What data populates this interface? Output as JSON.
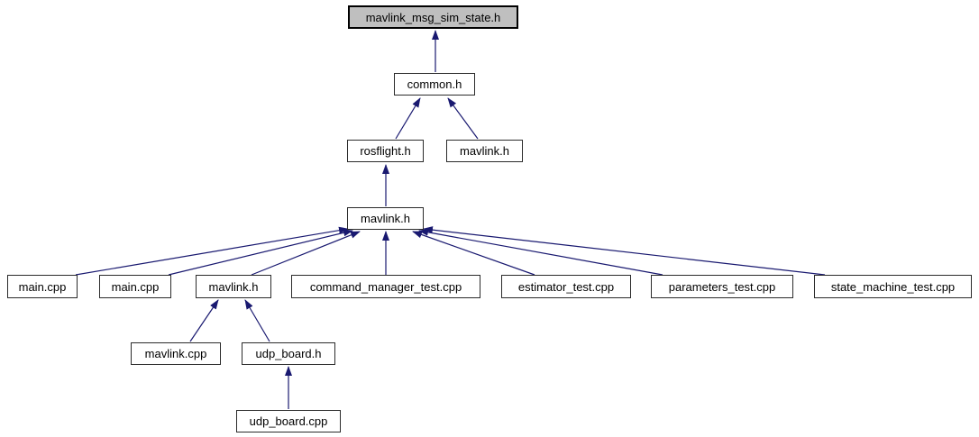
{
  "diagram": {
    "kind": "doxygen-included-by-graph",
    "background_color": "#ffffff",
    "arrow_color": "#191970",
    "node_border_color": "#2b2b2b",
    "node_fill_color": "#ffffff",
    "highlighted_node_fill_color": "#bfbfbf",
    "nodes": [
      {
        "label": "mavlink_msg_sim_state.h",
        "highlighted": true
      },
      {
        "label": "common.h",
        "highlighted": false
      },
      {
        "label": "rosflight.h",
        "highlighted": false
      },
      {
        "label": "mavlink.h",
        "highlighted": false
      },
      {
        "label": "mavlink.h",
        "highlighted": false
      },
      {
        "label": "main.cpp",
        "highlighted": false
      },
      {
        "label": "main.cpp",
        "highlighted": false
      },
      {
        "label": "mavlink.h",
        "highlighted": false
      },
      {
        "label": "command_manager_test.cpp",
        "highlighted": false
      },
      {
        "label": "estimator_test.cpp",
        "highlighted": false
      },
      {
        "label": "parameters_test.cpp",
        "highlighted": false
      },
      {
        "label": "state_machine_test.cpp",
        "highlighted": false
      },
      {
        "label": "mavlink.cpp",
        "highlighted": false
      },
      {
        "label": "udp_board.h",
        "highlighted": false
      },
      {
        "label": "udp_board.cpp",
        "highlighted": false
      }
    ],
    "edges": [
      {
        "from": 1,
        "to": 0
      },
      {
        "from": 2,
        "to": 1
      },
      {
        "from": 3,
        "to": 1
      },
      {
        "from": 4,
        "to": 2
      },
      {
        "from": 5,
        "to": 4
      },
      {
        "from": 6,
        "to": 4
      },
      {
        "from": 7,
        "to": 4
      },
      {
        "from": 8,
        "to": 4
      },
      {
        "from": 9,
        "to": 4
      },
      {
        "from": 10,
        "to": 4
      },
      {
        "from": 11,
        "to": 4
      },
      {
        "from": 12,
        "to": 7
      },
      {
        "from": 13,
        "to": 7
      },
      {
        "from": 14,
        "to": 13
      }
    ]
  }
}
